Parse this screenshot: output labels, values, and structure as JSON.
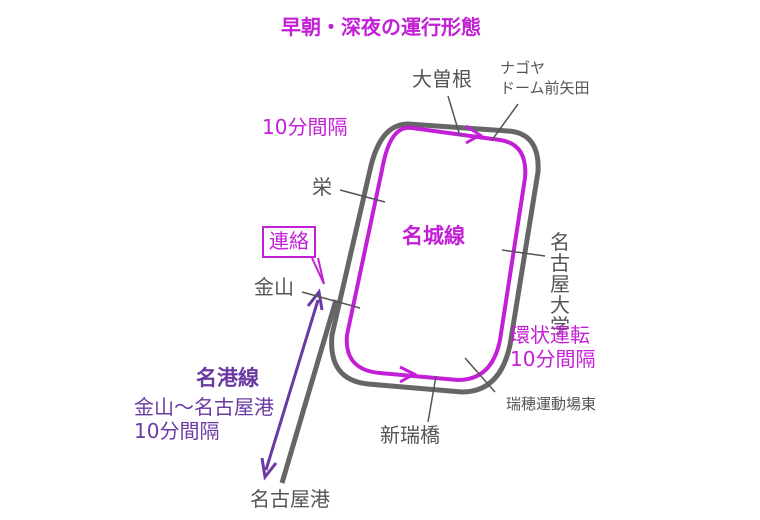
{
  "title": "早朝・深夜の運行形態",
  "meijo_line": {
    "name": "名城線",
    "interval": "10分間隔",
    "loop_service_line1": "環状運転",
    "loop_service_line2": "10分間隔",
    "connection": "連絡"
  },
  "meiko_line": {
    "name": "名港線",
    "section": "金山〜名古屋港",
    "interval": "10分間隔"
  },
  "stations": {
    "ozone": "大曽根",
    "nagoya_dome_line1": "ナゴヤ",
    "nagoya_dome_line2": "ドーム前矢田",
    "sakae": "栄",
    "kanayama": "金山",
    "nagoya_daigaku": "名古屋大学",
    "mizuho_undojo_higashi": "瑞穂運動場東",
    "shin_mizuhobashi": "新瑞橋",
    "nagoyako": "名古屋港"
  },
  "colors": {
    "meijo": "#c21fd6",
    "meiko": "#6a3aa2",
    "track": "#666666",
    "text": "#555555"
  }
}
